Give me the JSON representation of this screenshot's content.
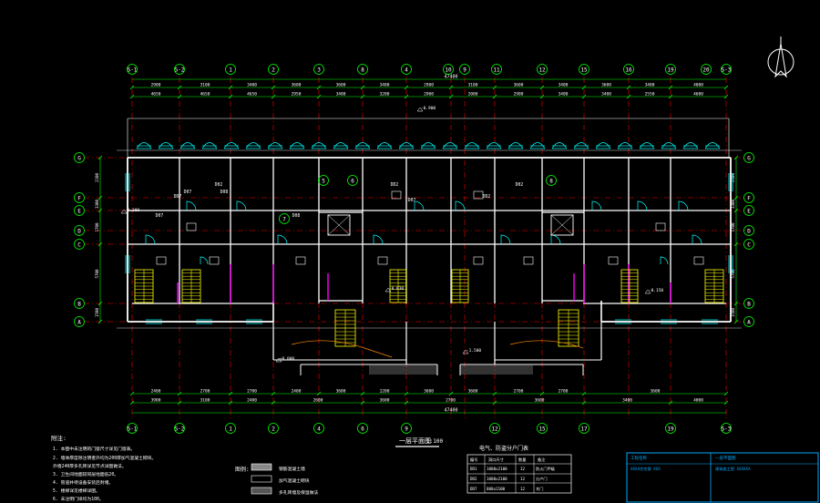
{
  "axes": {
    "top_columns": [
      "S-1",
      "S-2",
      "1",
      "2",
      "3",
      "8",
      "4",
      "10",
      "9",
      "11",
      "12",
      "15",
      "16",
      "19",
      "20",
      "S-3"
    ],
    "bottom_columns": [
      "S-1",
      "S-2",
      "1",
      "2",
      "4",
      "6",
      "9",
      "12",
      "15",
      "17",
      "19",
      "S-3"
    ],
    "rows_left": [
      "G",
      "F",
      "E",
      "D",
      "C",
      "B",
      "A"
    ],
    "rows_right": [
      "G",
      "F",
      "E",
      "D",
      "C",
      "B",
      "A"
    ],
    "callouts": [
      "5",
      "6",
      "7",
      "8"
    ]
  },
  "dimensions": {
    "top_total": "47400",
    "bottom_total": "47400",
    "top_row1": [
      "2900",
      "3100",
      "3400",
      "3600",
      "3600",
      "3400",
      "2900",
      "3100",
      "3600",
      "3400",
      "3600",
      "3400",
      "4000"
    ],
    "top_row2": [
      "4650",
      "4650",
      "4650",
      "2950",
      "3400",
      "3200",
      "2900",
      "2000",
      "2900",
      "3400",
      "3400",
      "2550",
      "4600"
    ],
    "bottom_row1": [
      "2400",
      "2700",
      "2700",
      "2400",
      "3600",
      "1200",
      "3600",
      "3600",
      "2700",
      "2700",
      "3600"
    ],
    "bottom_row2": [
      "3900",
      "3100",
      "2400",
      "2600",
      "3600",
      "2700",
      "3600",
      "3400",
      "4000"
    ],
    "left_side": [
      "2100",
      "3300",
      "1700",
      "5700",
      "1500"
    ],
    "right_side": [
      "2100",
      "3300",
      "1700",
      "5700",
      "1500"
    ],
    "level_marks": [
      "-0.900",
      "-0.300",
      "-0.030",
      "±0.000",
      "-0.150",
      "-1.500"
    ]
  },
  "room_labels": [
    "D07",
    "D08",
    "D07",
    "D08",
    "D07",
    "DD7",
    "D02",
    "DD2",
    "DD2",
    "D02"
  ],
  "plan_title": "一层平面图",
  "plan_scale": "1:100",
  "notes": {
    "heading": "附注:",
    "lines": [
      "1. 本图中未注明的门窗尺寸详见门窗表。",
      "2. 墙体厚度除注明者外均为200厚加气混凝土砌块。",
      "   外墙240厚多孔砖详见节点详图做法。",
      "3. 卫生间地面较同层地面低20。",
      "4. 管道井待设备安装后封堵。",
      "5. 楼梯详见楼梯详图。",
      "6. 未注明门垛均为100。"
    ]
  },
  "legend": {
    "heading": "图例:",
    "items": [
      {
        "label": "钢筋混凝土墙"
      },
      {
        "label": "加气混凝土砌块"
      },
      {
        "label": "多孔砖墙及保温做法"
      }
    ]
  },
  "door_table": {
    "title": "电气、防盗分户门表",
    "headers": [
      "编号",
      "洞口尺寸",
      "数量",
      "备注"
    ],
    "rows": [
      [
        "DD1",
        "1000x2100",
        "12",
        "防火门甲级"
      ],
      [
        "DD2",
        "1000x2100",
        "12",
        "分户门"
      ],
      [
        "DD7",
        "800x2100",
        "12",
        "木门"
      ]
    ]
  },
  "title_block": {
    "cell1_title": "工程名称",
    "cell1_sub": "XXXX住宅楼 XXX",
    "cell2_title": "一层平面图",
    "cell2_sub": "建筑施工图 XXXXXX"
  },
  "colors": {
    "background": "#000000",
    "axis_circle": "#00ff00",
    "dimension": "#00ff00",
    "wall": "#ffffff",
    "axis_line": "#ff0000",
    "window": "#00ffff",
    "hatch_magenta": "#ff00ff",
    "stair": "#ffff00",
    "text_white": "#ffffff",
    "title_block": "#00aaff"
  },
  "icons": [
    "north-arrow-icon"
  ]
}
